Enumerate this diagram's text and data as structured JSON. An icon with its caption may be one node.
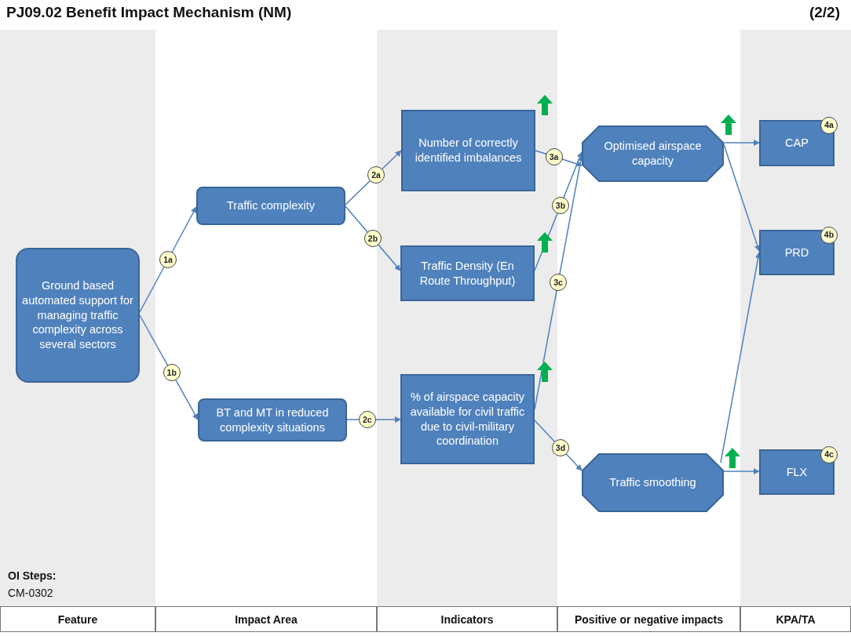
{
  "diagram": {
    "title": "PJ09.02 Benefit Impact Mechanism (NM)",
    "nodes": [
      {
        "text": [
          "Ground based automated support for managing traffic complexity across several sectors"
        ]
      },
      {
        "text": [
          "Traffic complexity"
        ]
      },
      {
        "text": [
          "BT and MT in reduced complexity situations"
        ]
      },
      {
        "text": [
          "Number of correctly identified imbalances"
        ]
      },
      {
        "text": [
          "Traffic Density (En Route Throughput)"
        ]
      },
      {
        "text": [
          "% of airspace capacity available for civil traffic due to civil-military coordination"
        ]
      },
      {
        "text": [
          "Optimised airspace capacity"
        ]
      },
      {
        "text": [
          "Traffic smoothing"
        ]
      },
      {
        "text": [
          "CAP",
          "4a"
        ]
      },
      {
        "text": [
          "PRD",
          "4b"
        ]
      },
      {
        "text": [
          "FLX",
          "4c"
        ]
      }
    ],
    "edges": [
      {
        "from": 0,
        "to": 1,
        "arrow": "to",
        "label": "1a"
      },
      {
        "from": 0,
        "to": 2,
        "arrow": "to",
        "label": "1b"
      },
      {
        "from": 1,
        "to": 3,
        "arrow": "to",
        "label": "2a"
      },
      {
        "from": 1,
        "to": 4,
        "arrow": "to",
        "label": "2b"
      },
      {
        "from": 2,
        "to": 5,
        "arrow": "to",
        "label": "2c"
      },
      {
        "from": 3,
        "to": 6,
        "arrow": "to",
        "label": "3a"
      },
      {
        "from": 4,
        "to": 6,
        "arrow": "to",
        "label": "3b"
      },
      {
        "from": 5,
        "to": 6,
        "arrow": "to",
        "label": "3c"
      },
      {
        "from": 5,
        "to": 7,
        "arrow": "to",
        "label": "3d"
      },
      {
        "from": 6,
        "to": 8,
        "arrow": "to"
      },
      {
        "from": 6,
        "to": 9,
        "arrow": "to"
      },
      {
        "from": 7,
        "to": 10,
        "arrow": "to"
      },
      {
        "from": 7,
        "to": 9,
        "arrow": "to"
      }
    ],
    "labels": [
      "(2/2)",
      "OI Steps:",
      "CM-0302",
      "Feature",
      "Impact Area",
      "Indicators",
      "Positive or negative impacts",
      "KPA/TA"
    ]
  }
}
